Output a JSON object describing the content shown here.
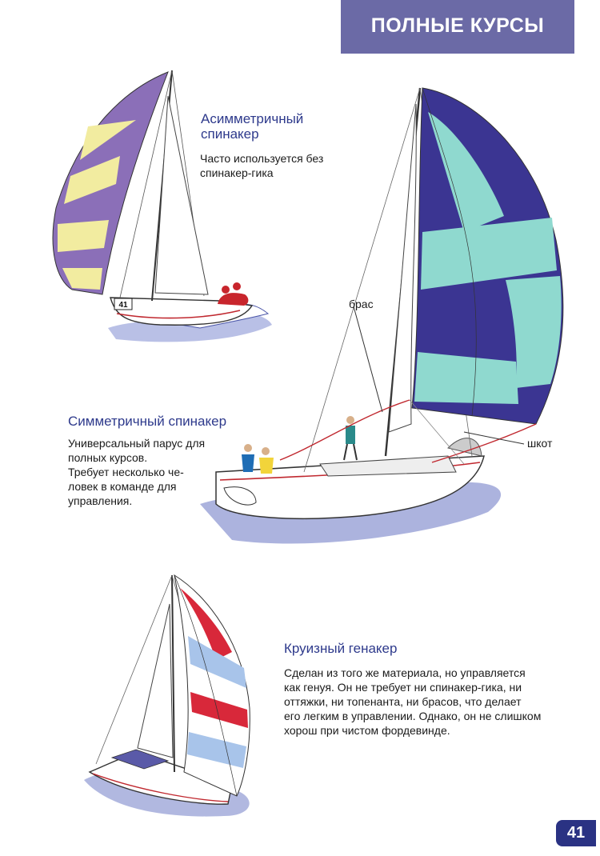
{
  "header": {
    "title": "ПОЛНЫЕ КУРСЫ"
  },
  "sections": {
    "asymmetric": {
      "heading": [
        "Асимметричный",
        "спинакер"
      ],
      "body": [
        "Часто используется без",
        "спинакер-гика"
      ],
      "hull_number": "41"
    },
    "symmetric": {
      "heading": "Симметричный спинакер",
      "body": [
        "Универсальный парус для",
        "полных курсов.",
        "Требует несколько че-",
        "ловек в команде для",
        "управления."
      ],
      "callouts": {
        "brace": "брас",
        "sheet": "шкот"
      }
    },
    "cruising": {
      "heading": "Круизный генакер",
      "body": [
        "Сделан из того же материала, но управляется",
        "как генуя. Он не требует ни спинакер-гика, ни",
        "оттяжки, ни топенанта, ни брасов, что делает",
        "его легким в управлении. Однако, он не слишком",
        "хорош при чистом фордевинде."
      ]
    }
  },
  "page": {
    "number": "41"
  },
  "colors": {
    "header_band": "#6b6aa6",
    "heading_text": "#2e3a8c",
    "page_badge": "#2a3283",
    "spinnaker_purple": "#8b6fb8",
    "spinnaker_yellow": "#f2eca0",
    "spinnaker_navy": "#3b3592",
    "spinnaker_aqua": "#8fd9cf",
    "gennaker_red": "#d8283a",
    "gennaker_blue": "#a8c4ea",
    "water": "#9da6d8"
  }
}
